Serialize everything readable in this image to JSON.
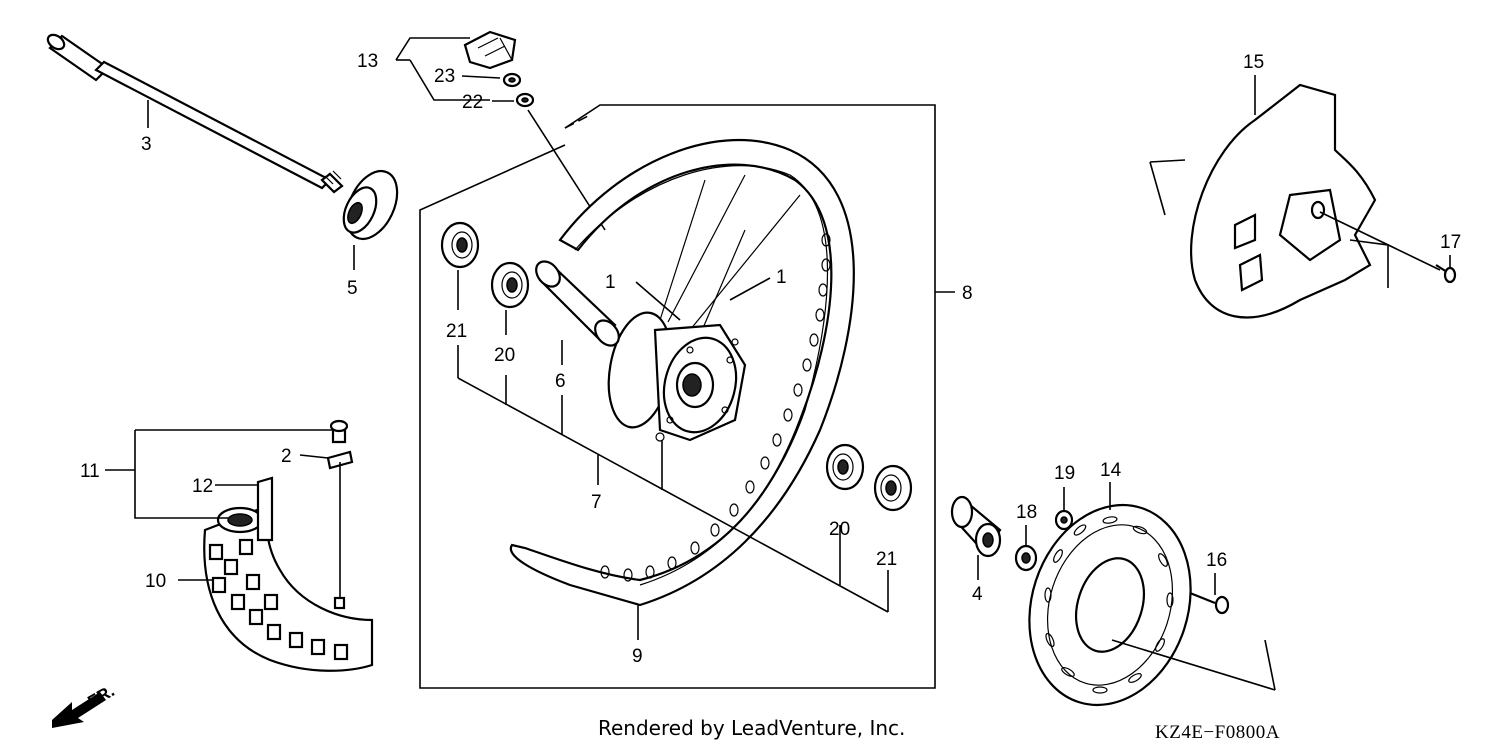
{
  "callouts": {
    "c1a": "1",
    "c1b": "1",
    "c2": "2",
    "c3": "3",
    "c4": "4",
    "c5": "5",
    "c6": "6",
    "c7": "7",
    "c8": "8",
    "c9": "9",
    "c10": "10",
    "c11": "11",
    "c12": "12",
    "c13": "13",
    "c14": "14",
    "c15": "15",
    "c16": "16",
    "c17": "17",
    "c18": "18",
    "c19": "19",
    "c20a": "20",
    "c20b": "20",
    "c21a": "21",
    "c21b": "21",
    "c22": "22",
    "c23": "23"
  },
  "direction_label": "FR.",
  "footer": {
    "rendered_by": "Rendered by LeadVenture, Inc.",
    "diagram_code": "KZ4E−F0800A"
  }
}
